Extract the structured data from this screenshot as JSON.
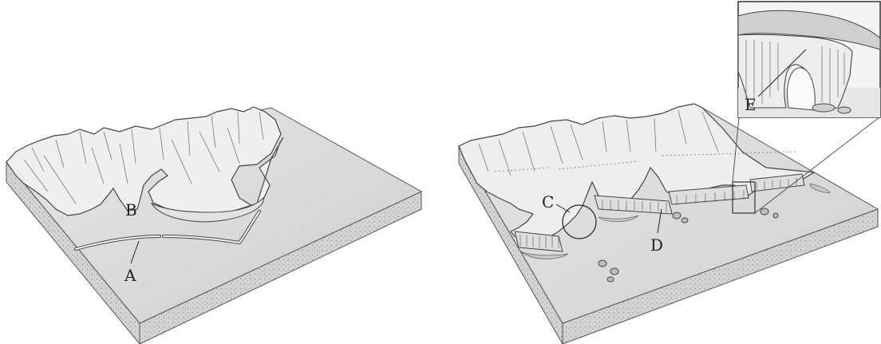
{
  "labels": {
    "a": "A",
    "b": "B",
    "c": "C",
    "d": "D",
    "e": "E"
  },
  "colors": {
    "water": "#d9d9d9",
    "land": "#ececec",
    "outline": "#4a4a4a",
    "soil": "#cfcfcf"
  }
}
